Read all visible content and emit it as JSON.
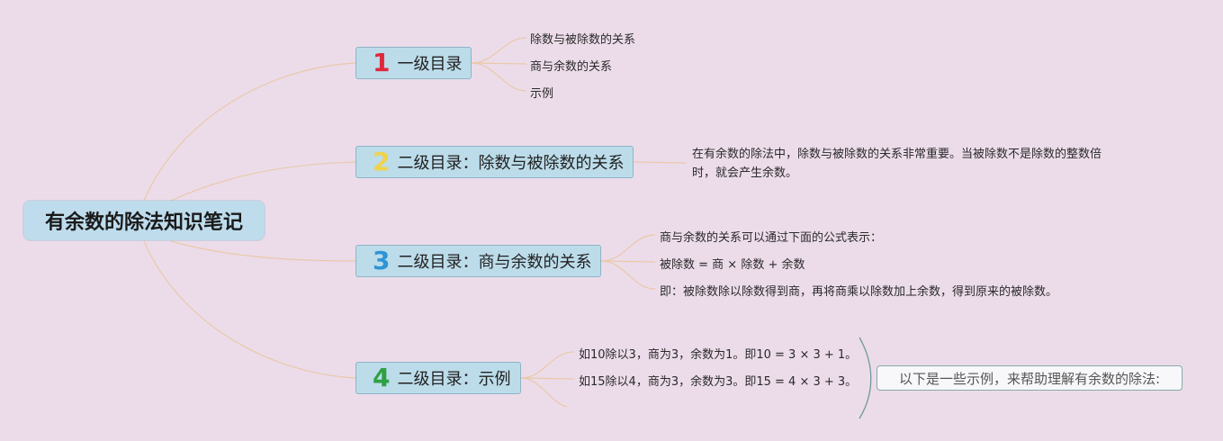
{
  "root": {
    "title": "有余数的除法知识笔记"
  },
  "colors": {
    "line": "#e9c9a9",
    "brace": "#6d9a9a",
    "num1": "#e0283c",
    "num2": "#f0d24a",
    "num3": "#2f94d6",
    "num4": "#2ea043"
  },
  "branches": [
    {
      "num": "1",
      "label": "一级目录",
      "children": [
        "除数与被除数的关系",
        "商与余数的关系",
        "示例"
      ]
    },
    {
      "num": "2",
      "label": "二级目录：除数与被除数的关系",
      "children": [
        "在有余数的除法中，除数与被除数的关系非常重要。当被除数不是除数的整数倍",
        "时，就会产生余数。"
      ]
    },
    {
      "num": "3",
      "label": "二级目录：商与余数的关系",
      "children": [
        "商与余数的关系可以通过下面的公式表示：",
        "被除数 = 商 × 除数 + 余数",
        "即：被除数除以除数得到商，再将商乘以除数加上余数，得到原来的被除数。"
      ]
    },
    {
      "num": "4",
      "label": "二级目录：示例",
      "children": [
        "如10除以3，商为3，余数为1。即10 = 3 × 3 + 1。",
        "如15除以4，商为3，余数为3。即15 = 4 × 3 + 3。"
      ],
      "callout": "以下是一些示例，来帮助理解有余数的除法:"
    }
  ]
}
